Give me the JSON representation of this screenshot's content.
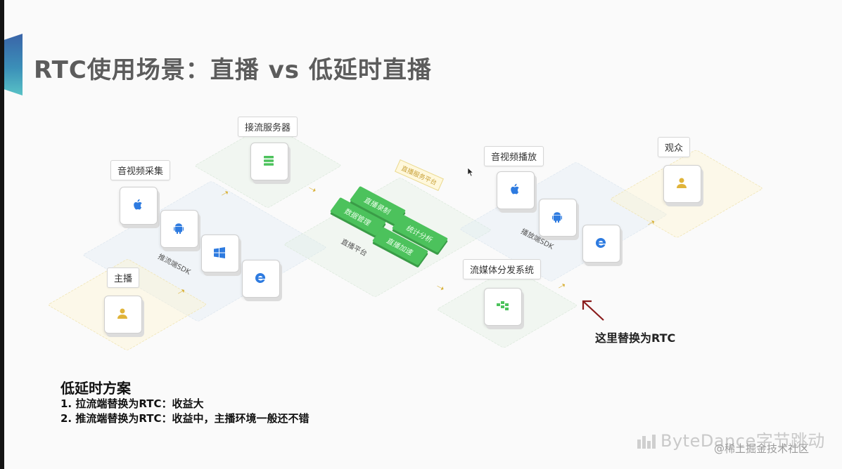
{
  "slide": {
    "title": "RTC使用场景：直播 vs 低延时直播"
  },
  "diagram": {
    "labels": {
      "capture": "音视频采集",
      "ingest_server": "接流服务器",
      "playback": "音视频播放",
      "audience": "观众",
      "anchor": "主播",
      "distribution": "流媒体分发系统"
    },
    "push_sdk": "推流端SDK",
    "pull_sdk": "播放端SDK",
    "live_platform": "直播平台",
    "platform_tag": "直播服务平台",
    "platform_tiles": [
      "直播录制",
      "数据管理",
      "统计分析",
      "直播加速"
    ],
    "annotation": "这里替换为RTC",
    "colors": {
      "platform_green": "#4cc25c",
      "accent_yellow": "#d9b23c",
      "annotation_arrow": "#8a1c1c",
      "icon_blue": "#2e7be0"
    }
  },
  "plan": {
    "title": "低延时方案",
    "items": [
      "1.  拉流端替换为RTC：收益大",
      "2.  推流端替换为RTC：收益中，主播环境一般还不错"
    ]
  },
  "branding": {
    "logo": "ByteDance字节跳动",
    "watermark": "@稀土掘金技术社区"
  }
}
